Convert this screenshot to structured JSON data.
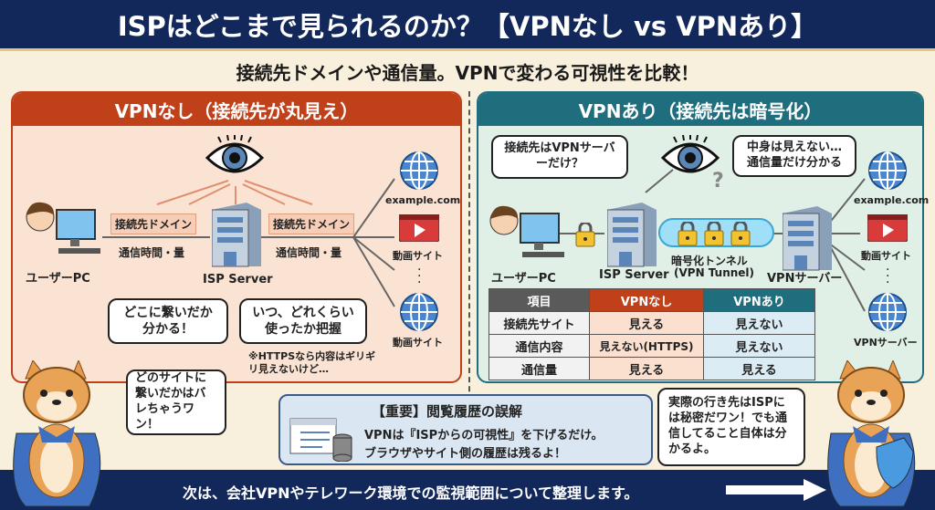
{
  "title": "ISPはどこまで見られるのか？【VPNなし vs VPNあり】",
  "subtitle": "接続先ドメインや通信量。VPNで変わる可視性を比較！",
  "left": {
    "header": "VPNなし（接続先が丸見え）",
    "user": "ユーザーPC",
    "isp": "ISP Server",
    "tag1": "接続先ドメイン",
    "tag2": "接続先ドメイン",
    "meta1": "通信時間・量",
    "meta2": "通信時間・量",
    "site1": "example.com",
    "site2": "動画サイト",
    "site3": "動画サイト",
    "bubble1": "どこに繋いだか分かる！",
    "bubble2": "いつ、どれくらい使ったか把握",
    "note": "※HTTPSなら内容はギリギリ見えないけど…"
  },
  "right": {
    "header": "VPNあり（接続先は暗号化）",
    "bubble1": "接続先はVPNサーバーだけ？",
    "bubble2": "中身は見えない…通信量だけ分かる",
    "user": "ユーザーPC",
    "isp": "ISP Server",
    "tunnel": "暗号化トンネル",
    "tunnel_en": "(VPN Tunnel)",
    "vpn_server": "VPNサーバー",
    "question": "?",
    "site1": "example.com",
    "site2": "動画サイト",
    "site3": "VPNサーバー"
  },
  "table": {
    "headers": [
      "項目",
      "VPNなし",
      "VPNあり"
    ],
    "rows": [
      [
        "接続先サイト",
        "見える",
        "見えない"
      ],
      [
        "通信内容",
        "見えない(HTTPS)",
        "見えない"
      ],
      [
        "通信量",
        "見える",
        "見える"
      ]
    ]
  },
  "dog_left": "どのサイトに繋いだかはバレちゃうワン！",
  "dog_right": "実際の行き先はISPには秘密だワン！でも通信してること自体は分かるよ。",
  "info": {
    "title": "【重要】閲覧履歴の誤解",
    "line1": "VPNは『ISPからの可視性』を下げるだけ。",
    "line2": "ブラウザやサイト側の履歴は残るよ！"
  },
  "footer": "次は、会社VPNやテレワーク環境での監視範囲について整理します。",
  "colors": {
    "navy": "#13285a",
    "red": "#c0401a",
    "teal": "#1e6e7e"
  }
}
